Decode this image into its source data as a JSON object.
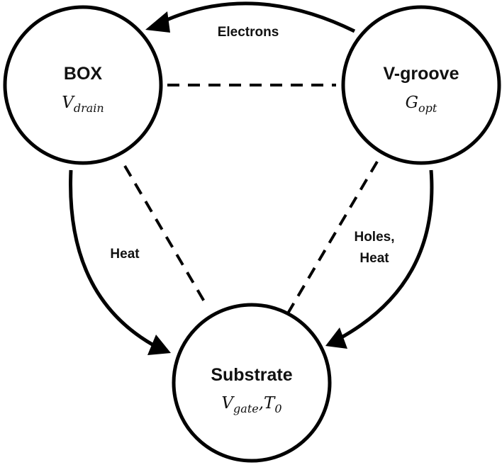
{
  "nodes": {
    "box": {
      "name": "BOX",
      "variable": {
        "main": "V",
        "sub": "drain"
      }
    },
    "vgroove": {
      "name": "V-groove",
      "variable": {
        "main": "G",
        "sub": "opt"
      }
    },
    "substrate": {
      "name": "Substrate",
      "variable": {
        "main1": "V",
        "sub1": "gate",
        "sep": ",",
        "main2": "T",
        "sub2": "0"
      }
    }
  },
  "edges": {
    "electrons": "Electrons",
    "heat_left": "Heat",
    "holes_heat_line1": "Holes,",
    "holes_heat_line2": "Heat"
  },
  "colors": {
    "stroke": "#000000",
    "text": "#111111",
    "background": "#ffffff"
  }
}
